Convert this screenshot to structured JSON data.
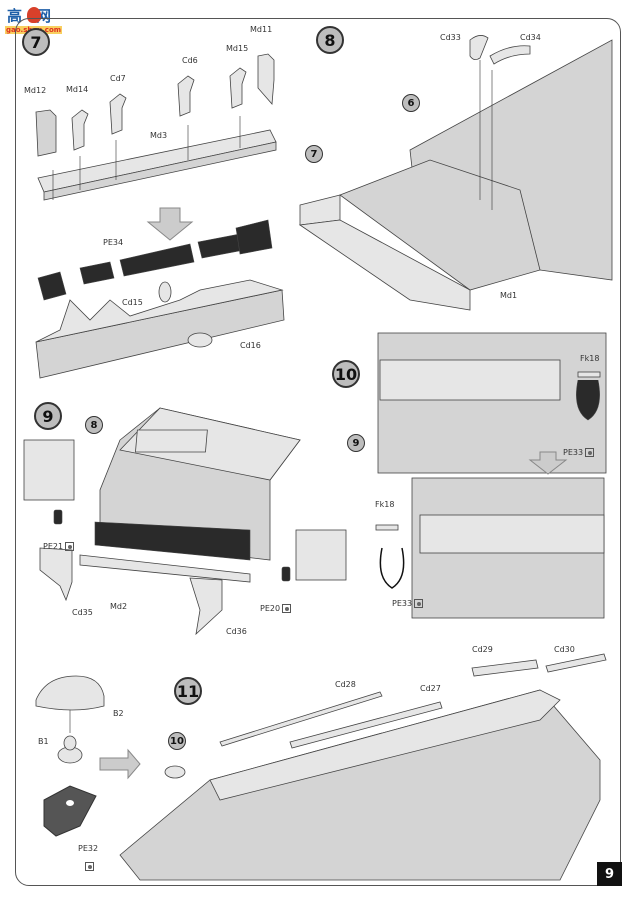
{
  "logo": {
    "chinese": "高网",
    "url": "gao.shou.com"
  },
  "page_number": "9",
  "steps": [
    {
      "number": "7",
      "parts": [
        "Md12",
        "Md14",
        "Cd7",
        "Cd6",
        "Md15",
        "Md11",
        "Md3",
        "PE34",
        "Cd15",
        "Cd16"
      ]
    },
    {
      "number": "8",
      "ref_step": "7",
      "ref_step_2": "6",
      "parts": [
        "Cd33",
        "Cd34",
        "Md1"
      ]
    },
    {
      "number": "9",
      "ref_step": "8",
      "parts": [
        "PE21",
        "Cd35",
        "Md2",
        "Cd36",
        "PE20"
      ]
    },
    {
      "number": "10",
      "ref_step": "9",
      "parts": [
        "Fk18",
        "PE33",
        "Fk18",
        "PE33"
      ]
    },
    {
      "number": "11",
      "ref_step": "10",
      "parts": [
        "B2",
        "B1",
        "PE32",
        "Cd28",
        "Cd27",
        "Cd29",
        "Cd30"
      ]
    }
  ],
  "labels": {
    "md12": "Md12",
    "md14": "Md14",
    "cd7": "Cd7",
    "cd6": "Cd6",
    "md15": "Md15",
    "md11": "Md11",
    "md3": "Md3",
    "pe34": "PE34",
    "cd15": "Cd15",
    "cd16": "Cd16",
    "cd33": "Cd33",
    "cd34": "Cd34",
    "md1": "Md1",
    "pe21": "PE21",
    "cd35": "Cd35",
    "md2": "Md2",
    "cd36": "Cd36",
    "pe20": "PE20",
    "fk18_top": "Fk18",
    "pe33_top": "PE33",
    "fk18_bottom": "Fk18",
    "pe33_bottom": "PE33",
    "b2": "B2",
    "b1": "B1",
    "pe32": "PE32",
    "cd28": "Cd28",
    "cd27": "Cd27",
    "cd29": "Cd29",
    "cd30": "Cd30"
  }
}
